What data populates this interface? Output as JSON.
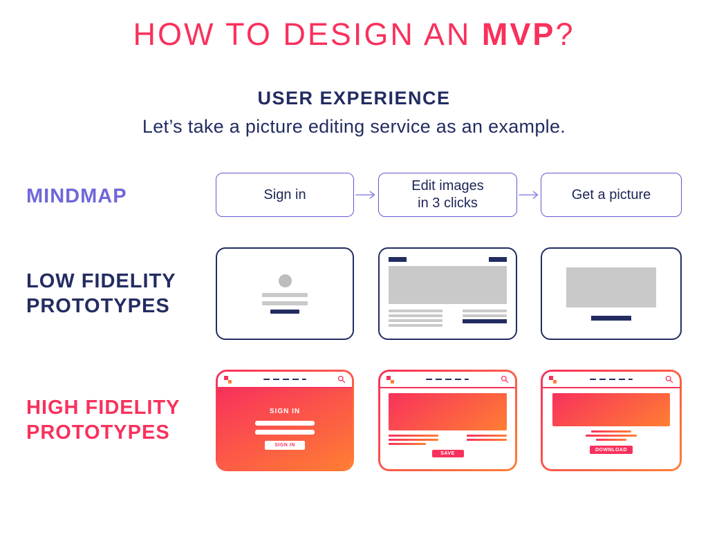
{
  "colors": {
    "pink": "#F8315C",
    "orange": "#FF7E33",
    "navy": "#232C61",
    "purple": "#7067D9",
    "indigo": "#5F58D0",
    "arrow": "#8D87E6",
    "gray": "#C9C9C9",
    "gray_dark": "#BDBDBD"
  },
  "header": {
    "title_prefix": "HOW TO DESIGN AN ",
    "title_bold": "MVP",
    "title_suffix": "?",
    "subtitle": "USER EXPERIENCE",
    "description": "Let’s take a picture editing service as an example."
  },
  "mindmap": {
    "label": "MINDMAP",
    "nodes": [
      {
        "lines": [
          "Sign in"
        ]
      },
      {
        "lines": [
          "Edit images",
          "in 3 clicks"
        ]
      },
      {
        "lines": [
          "Get a picture"
        ]
      }
    ]
  },
  "low_fidelity": {
    "label_lines": [
      "LOW FIDELITY",
      "PROTOTYPES"
    ]
  },
  "high_fidelity": {
    "label_lines": [
      "HIGH FIDELITY",
      "PROTOTYPES"
    ],
    "signin_title": "SIGN IN",
    "signin_button": "SIGN IN",
    "save_button": "SAVE",
    "download_button": "DOWNLOAD"
  }
}
